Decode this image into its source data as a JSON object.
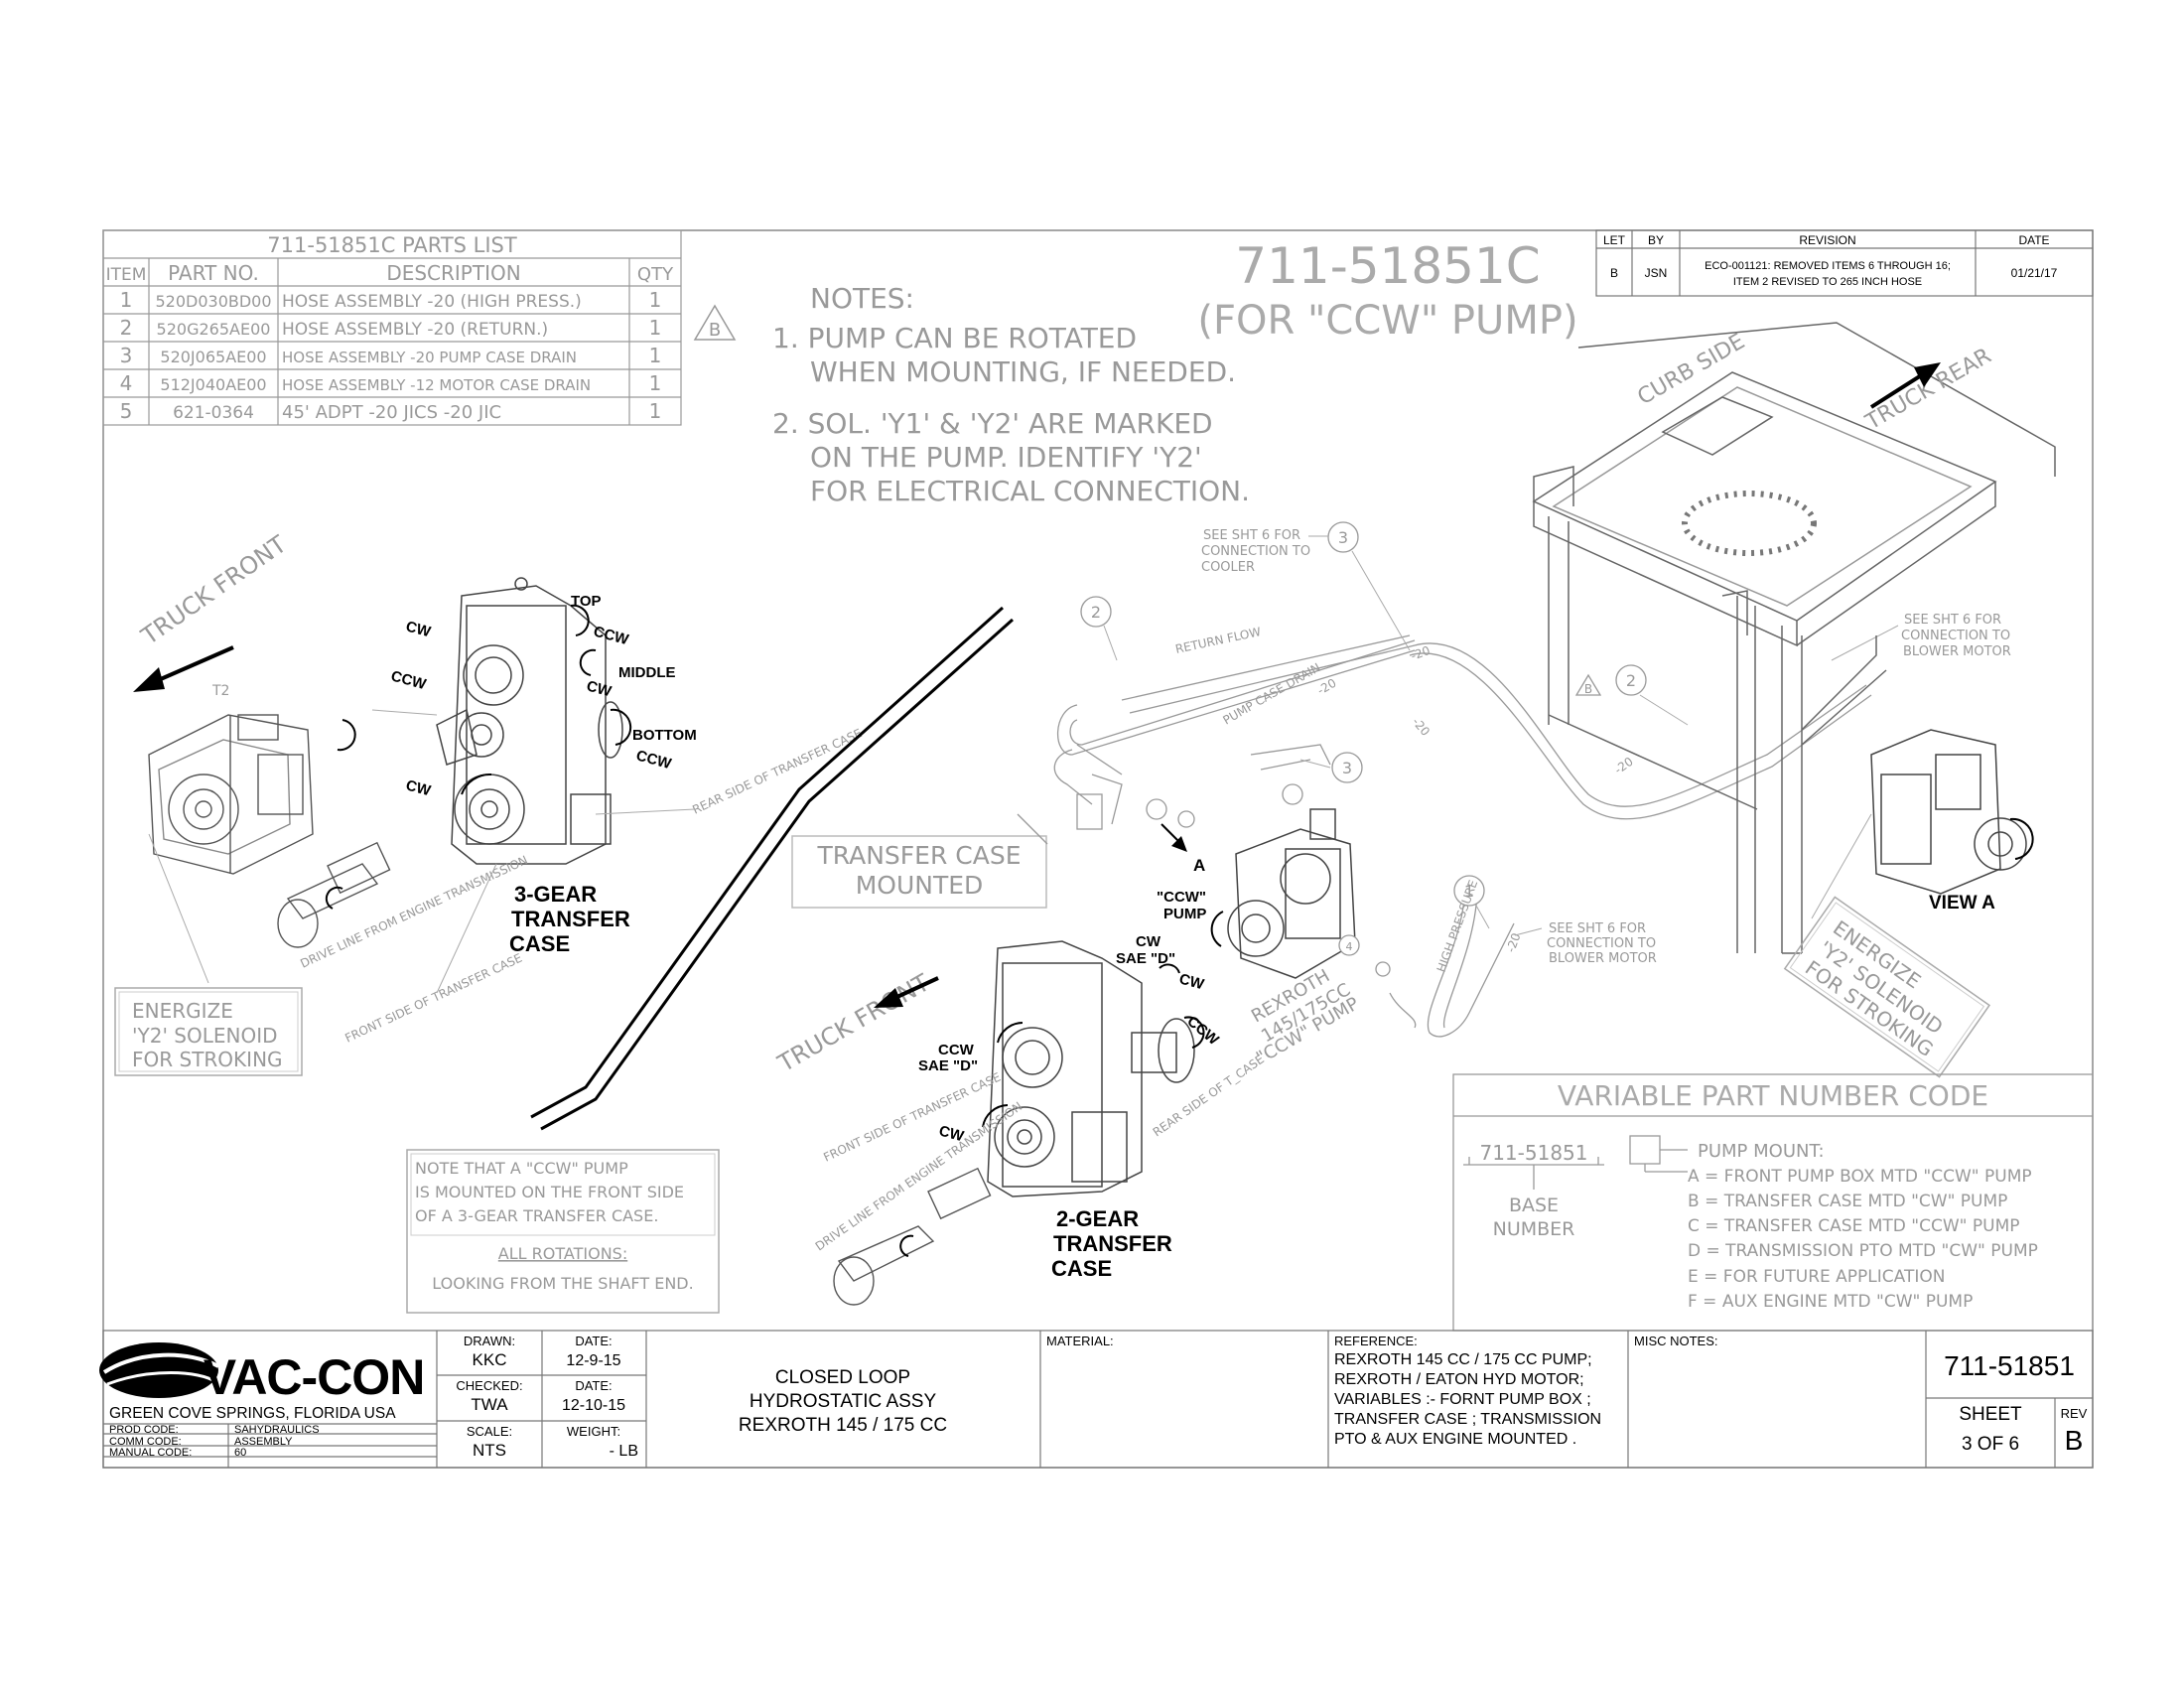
{
  "parts_list": {
    "title": "711-51851C PARTS LIST",
    "headers": [
      "ITEM",
      "PART NO.",
      "DESCRIPTION",
      "QTY"
    ],
    "rows": [
      {
        "item": "1",
        "part": "520D030BD00",
        "desc": "HOSE ASSEMBLY -20 (HIGH PRESS.)",
        "qty": "1"
      },
      {
        "item": "2",
        "part": "520G265AE00",
        "desc": "HOSE ASSEMBLY -20 (RETURN.)",
        "qty": "1"
      },
      {
        "item": "3",
        "part": "520J065AE00",
        "desc": "HOSE ASSEMBLY -20  PUMP CASE DRAIN",
        "qty": "1"
      },
      {
        "item": "4",
        "part": "512J040AE00",
        "desc": "HOSE ASSEMBLY -12 MOTOR CASE DRAIN",
        "qty": "1"
      },
      {
        "item": "5",
        "part": "621-0364",
        "desc": "45' ADPT -20 JICS -20 JIC",
        "qty": "1"
      }
    ]
  },
  "revision": {
    "headers": [
      "LET",
      "BY",
      "REVISION",
      "DATE"
    ],
    "row": {
      "let": "B",
      "by": "JSN",
      "text1": "ECO-001121: REMOVED ITEMS 6 THROUGH 16;",
      "text2": "ITEM 2 REVISED TO 265 INCH HOSE",
      "date": "01/21/17"
    }
  },
  "drawing_title": {
    "line1": "711-51851C",
    "line2": "(FOR \"CCW\" PUMP)"
  },
  "notes": {
    "heading": "NOTES:",
    "n1a": "1. PUMP CAN BE ROTATED",
    "n1b": "WHEN MOUNTING, IF NEEDED.",
    "n2a": "2. SOL. 'Y1' & 'Y2' ARE MARKED",
    "n2b": "ON THE PUMP. IDENTIFY 'Y2'",
    "n2c": "FOR ELECTRICAL CONNECTION.",
    "rev_marker": "B"
  },
  "labels": {
    "truck_front": "TRUCK FRONT",
    "truck_front2": "TRUCK FRONT",
    "curb_side": "CURB SIDE",
    "truck_rear": "TRUCK REAR",
    "top": "TOP",
    "middle": "MIDDLE",
    "bottom": "BOTTOM",
    "cw": "CW",
    "ccw": "CCW",
    "t2": "T2",
    "three_gear_1": "3-GEAR",
    "three_gear_2": "TRANSFER",
    "three_gear_3": "CASE",
    "two_gear_1": "2-GEAR",
    "two_gear_2": "TRANSFER",
    "two_gear_3": "CASE",
    "rear_side_tc": "REAR SIDE OF TRANSFER CASE",
    "front_side_tc": "FRONT SIDE OF TRANSFER CASE",
    "drive_line": "DRIVE LINE FROM ENGINE TRANSMISSION",
    "energize1": "ENERGIZE",
    "energize2": "'Y2' SOLENOID",
    "energize3": "FOR STROKING",
    "tc_mounted1": "TRANSFER CASE",
    "tc_mounted2": "MOUNTED",
    "ccw_pump1": "\"CCW\"",
    "ccw_pump2": "PUMP",
    "cw_sae1": "CW",
    "cw_sae2": "SAE \"D\"",
    "ccw_sae1": "CCW",
    "ccw_sae2": "SAE \"D\"",
    "callout_a": "A",
    "rexroth1": "REXROTH",
    "rexroth2": "145/175CC",
    "rexroth3": "\"CCW\" PUMP",
    "rear_side_tcase": "REAR SIDE OF T_CASE",
    "return_flow": "RETURN FLOW",
    "pump_case_drain": "PUMP CASE DRAIN",
    "high_pressure": "HIGH PRESSURE",
    "dash20": "-20",
    "see_sht6_cooler1": "SEE SHT 6 FOR",
    "see_sht6_cooler2": "CONNECTION TO",
    "see_sht6_cooler3": "COOLER",
    "see_sht6_blower1": "SEE SHT 6 FOR",
    "see_sht6_blower2": "CONNECTION TO",
    "see_sht6_blower3": "BLOWER MOTOR",
    "view_a": "VIEW A",
    "num1": "1",
    "num2": "2",
    "num3": "3",
    "num4": "4"
  },
  "ccw_note": {
    "l1": "NOTE THAT A \"CCW\" PUMP",
    "l2": "IS MOUNTED ON THE FRONT SIDE",
    "l3": "OF A 3-GEAR TRANSFER CASE.",
    "l4": "ALL ROTATIONS:",
    "l5": "LOOKING FROM THE SHAFT END."
  },
  "variable_code": {
    "title": "VARIABLE PART NUMBER CODE",
    "base": "711-51851",
    "base_label1": "BASE",
    "base_label2": "NUMBER",
    "pump_mount": "PUMP MOUNT:",
    "options": [
      "A = FRONT PUMP BOX MTD  \"CCW\" PUMP",
      "B = TRANSFER CASE MTD \"CW\" PUMP",
      "C = TRANSFER CASE MTD \"CCW\" PUMP",
      "D = TRANSMISSION PTO MTD \"CW\" PUMP",
      "E = FOR FUTURE APPLICATION",
      "F = AUX ENGINE MTD \"CW\" PUMP"
    ]
  },
  "title_block": {
    "company": "VAC-CON",
    "location": "GREEN COVE SPRINGS, FLORIDA USA",
    "prod_code_label": "PROD CODE:",
    "prod_code": "SAHYDRAULICS",
    "comm_code_label": "COMM CODE:",
    "comm_code": "ASSEMBLY",
    "manual_code_label": "MANUAL CODE:",
    "manual_code": "60",
    "drawn_label": "DRAWN:",
    "drawn": "KKC",
    "date_label": "DATE:",
    "drawn_date": "12-9-15",
    "checked_label": "CHECKED:",
    "checked": "TWA",
    "checked_date": "12-10-15",
    "scale_label": "SCALE:",
    "scale": "NTS",
    "weight_label": "WEIGHT:",
    "weight": "- LB",
    "title1": "CLOSED LOOP",
    "title2": "HYDROSTATIC  ASSY",
    "title3": "REXROTH  145 / 175 CC",
    "material_label": "MATERIAL:",
    "reference_label": "REFERENCE:",
    "ref1": "REXROTH  145 CC / 175 CC  PUMP;",
    "ref2": "REXROTH  /  EATON  HYD  MOTOR;",
    "ref3": "VARIABLES :-   FORNT  PUMP  BOX ;",
    "ref4": "TRANSFER  CASE ; TRANSMISSION",
    "ref5": "PTO  &  AUX  ENGINE  MOUNTED .",
    "misc_label": "MISC NOTES:",
    "dwg_no": "711-51851",
    "sheet_label": "SHEET",
    "sheet": "3 OF 6",
    "rev_label": "REV",
    "rev": "B"
  }
}
